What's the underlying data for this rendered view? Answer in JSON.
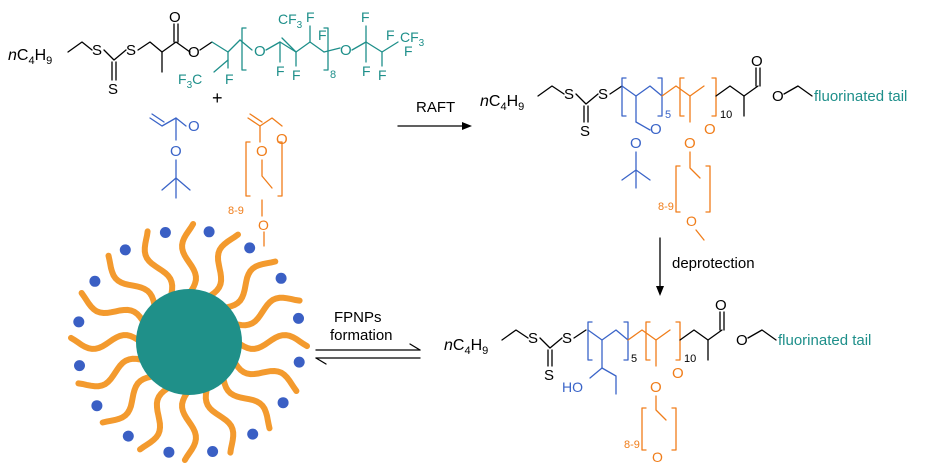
{
  "colors": {
    "black": "#000000",
    "teal": "#1e8f8a",
    "blue": "#3a64c8",
    "orange": "#f07d1a",
    "arm_orange": "#f39a2e",
    "core": "#1f9089",
    "dot": "#3a5fc4"
  },
  "cta": {
    "prefix": "n",
    "c": "C",
    "c_sub": "4",
    "h": "H",
    "h_sub": "9",
    "sulfur": "S",
    "oxygen": "O"
  },
  "fluoro": {
    "atom_f": "F",
    "cf3": "CF",
    "cf3_sub": "3",
    "f3c": "F",
    "f3c_sub": "3",
    "f3c_tail": "C",
    "repeat": "8"
  },
  "plus": "+",
  "monomers": {
    "tba_o": "O",
    "peg_o": "O",
    "peg_repeat": "8-9"
  },
  "arrows": {
    "raft": "RAFT",
    "deprotection": "deprotection",
    "fpnps_line1": "FPNPs",
    "fpnps_line2": "formation"
  },
  "polymers": {
    "block1_repeat": "5",
    "block2_repeat": "10",
    "peg_repeat": "8-9",
    "fluorinated_tail": "fluorinated tail",
    "acid": "HO"
  }
}
